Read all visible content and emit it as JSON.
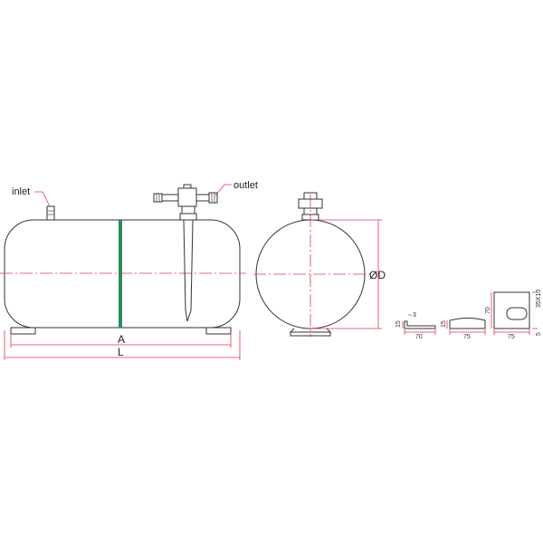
{
  "labels": {
    "inlet": "inlet",
    "outlet": "outlet",
    "length_a": "A",
    "length_l": "L",
    "diameter": "ØD"
  },
  "detail1": {
    "height": "15",
    "thickness": "3",
    "width": "70"
  },
  "detail2": {
    "height": "15",
    "width": "75"
  },
  "detail3": {
    "height": "70",
    "width": "75",
    "slot": "35X10",
    "bottom": "5"
  },
  "colors": {
    "outline": "#333333",
    "dimension": "#e0394a",
    "band": "#2e8b57"
  }
}
